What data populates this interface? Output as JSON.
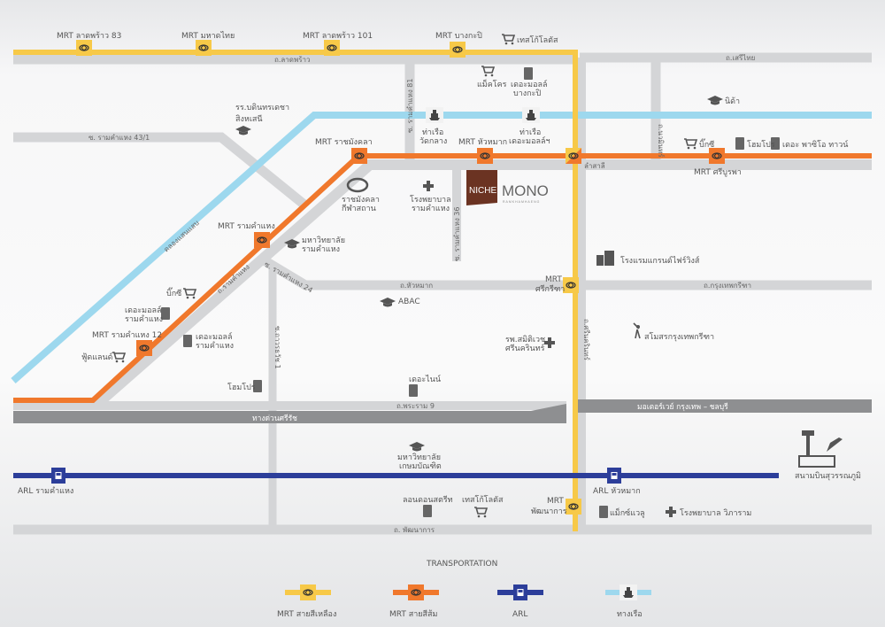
{
  "colors": {
    "yellow": "#f7c948",
    "orange": "#f0782c",
    "arl": "#2c3e9a",
    "canal": "#9dd8ee",
    "road": "#d4d5d7",
    "expressway": "#8e8f91",
    "brand": "#6b3322"
  },
  "project": {
    "logo_left": "NICHE",
    "logo_right": "MONO",
    "logo_sub": "RAMKHAMHAENG"
  },
  "stations": {
    "s1": "MRT ลาดพร้าว 83",
    "s2": "MRT มหาดไทย",
    "s3": "MRT ลาดพร้าว 101",
    "s4": "MRT บางกะปิ",
    "s5": "MRT ราชมังคลา",
    "s6": "MRT หัวหมาก",
    "s7": "MRT ศรีบูรพา",
    "s8": "MRT รามคำแหง",
    "s9": "MRT รามคำแหง 12",
    "s10a": "MRT",
    "s10b": "ศรีกรีฑา",
    "s11a": "MRT",
    "s11b": "พัฒนาการ",
    "s12": "ลำสาลี",
    "arl1": "ARL รามคำแหง",
    "arl2": "ARL หัวหมาก"
  },
  "roads": {
    "r1": "ถ.ลาดพร้าว",
    "r2": "ถ.เสรีไทย",
    "r3": "ซ. รามคำแหง 43/1",
    "r4": "ซ. รามคำแหง 81",
    "r5": "ถ.นวมินทร์",
    "r6": "ซ. รามคำแหง 36",
    "r7": "ถ.รามคำแหง",
    "r8": "ซ. รามคำแหง 24",
    "r9": "ถ.หัวหมาก",
    "r10": "ถ.กรุงเทพกรีฑา",
    "r11": "ซ.ถาวรธวัช 1",
    "r12": "ถ.ศรีนครินทร์",
    "r13": "ถ.พระราม 9",
    "r14": "ทางด่วนศรีรัช",
    "r15": "มอเตอร์เวย์ กรุงเทพ – ชลบุรี",
    "r16": "ถ. พัฒนาการ",
    "r17": "คลองแสนแสบ"
  },
  "places": {
    "p1": "เทสโก้โลตัส",
    "p2": "แม็คโคร",
    "p3a": "เดอะมอลล์",
    "p3b": "บางกะปิ",
    "p4": "นิด้า",
    "p5a": "ท่าเรือ",
    "p5b": "วัดกลาง",
    "p6a": "ท่าเรือ",
    "p6b": "เดอะมอลล์ฯ",
    "p7": "บิ๊กซี",
    "p8": "โฮมโปร",
    "p9": "เดอะ พาซิโอ ทาวน์",
    "p10a": "รร.บดินทรเดชา",
    "p10b": "สิงหเสนี",
    "p11a": "ราชมังคลา",
    "p11b": "กีฬาสถาน",
    "p12a": "โรงพยาบาล",
    "p12b": "รามคำแหง",
    "p13a": "มหาวิทยาลัย",
    "p13b": "รามคำแหง",
    "p14": "บิ๊กซี",
    "p15a": "เดอะมอลล์",
    "p15b": "รามคำแหง",
    "p16a": "เดอะมอลล์",
    "p16b": "รามคำแหง",
    "p17": "ฟู้ดแลนด์",
    "p18": "โฮมโปร",
    "p19": "ABAC",
    "p20": "เดอะไนน์",
    "p21a": "รพ.สมิติเวช",
    "p21b": "ศรีนครินทร์",
    "p22": "โรงแรมแกรนด์ไฟร์วิงส์",
    "p23": "สโมสรกรุงเทพกรีฑา",
    "p24a": "มหาวิทยาลัย",
    "p24b": "เกษมบัณฑิต",
    "p25": "ลอนดอนสตรีท",
    "p26": "เทสโก้โลตัส",
    "p27": "แม็กซ์แวลู",
    "p28": "โรงพยาบาล วิภาราม",
    "p29": "สนามบินสุวรรณภูมิ"
  },
  "legend": {
    "title": "TRANSPORTATION",
    "items": [
      {
        "label": "MRT สายสีเหลือง",
        "icon": "mrt-yellow"
      },
      {
        "label": "MRT สายสีส้ม",
        "icon": "mrt-orange"
      },
      {
        "label": "ARL",
        "icon": "arl-train"
      },
      {
        "label": "ทางเรือ",
        "icon": "boat"
      }
    ]
  }
}
